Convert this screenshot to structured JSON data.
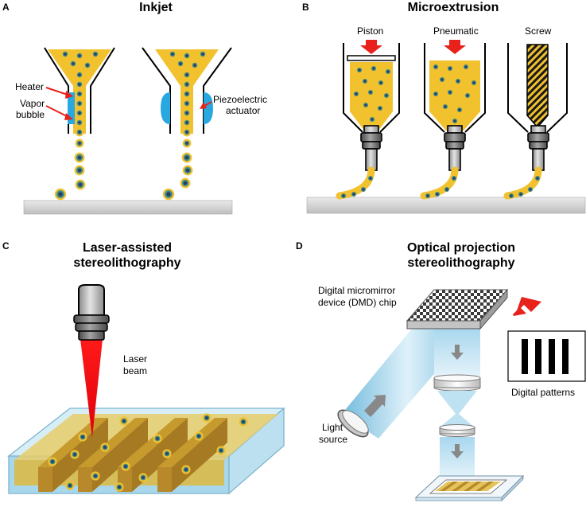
{
  "panelA": {
    "letter": "A",
    "title": "Inkjet",
    "heater": "Heater",
    "vapor_line1": "Vapor",
    "vapor_line2": "bubble",
    "piezo_line1": "Piezoelectric",
    "piezo_line2": "actuator"
  },
  "panelB": {
    "letter": "B",
    "title": "Microextrusion",
    "piston": "Piston",
    "pneumatic": "Pneumatic",
    "screw": "Screw"
  },
  "panelC": {
    "letter": "C",
    "title_line1": "Laser-assisted",
    "title_line2": "stereolithography",
    "laser_line1": "Laser",
    "laser_line2": "beam"
  },
  "panelD": {
    "letter": "D",
    "title_line1": "Optical projection",
    "title_line2": "stereolithography",
    "dmd_line1": "Digital micromirror",
    "dmd_line2": "device (DMD) chip",
    "patterns": "Digital patterns",
    "light_line1": "Light",
    "light_line2": "source"
  },
  "colors": {
    "bioink": "#F2C12E",
    "cell_body": "#3E8E8A",
    "cell_nucleus": "#2C3E66",
    "heater": "#29A8E0",
    "arrow": "#E8211B",
    "substrate": "#D7D7D7",
    "laser": "#E8000E",
    "hydrogel": "#D9BB4A",
    "light": "#B8DDEF"
  }
}
